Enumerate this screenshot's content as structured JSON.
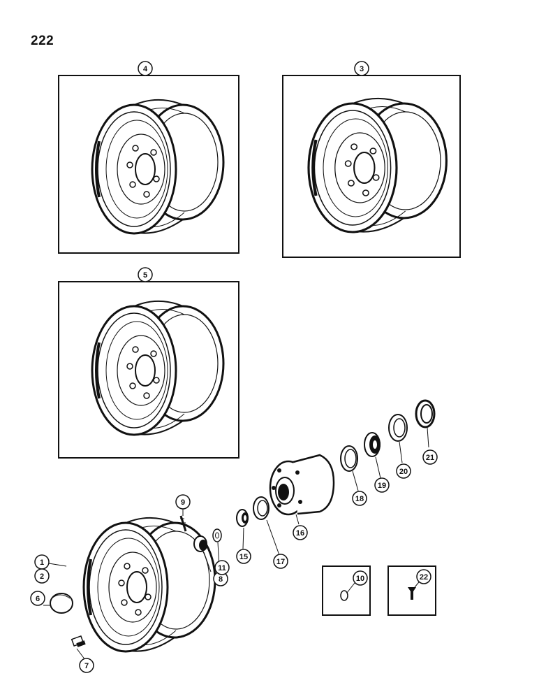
{
  "page": {
    "number": "222"
  },
  "panels": {
    "wheel_4": {
      "callout": "4"
    },
    "wheel_3": {
      "callout": "3"
    },
    "wheel_5": {
      "callout": "5"
    },
    "inset_10": {
      "callout": "10"
    },
    "inset_22": {
      "callout": "22"
    }
  },
  "callouts": {
    "c1": "1",
    "c2": "2",
    "c6": "6",
    "c7": "7",
    "c8": "8",
    "c9": "9",
    "c11": "11",
    "c15": "15",
    "c16": "16",
    "c17": "17",
    "c18": "18",
    "c19": "19",
    "c20": "20",
    "c21": "21"
  },
  "colors": {
    "ink": "#111111",
    "paper": "#ffffff"
  }
}
